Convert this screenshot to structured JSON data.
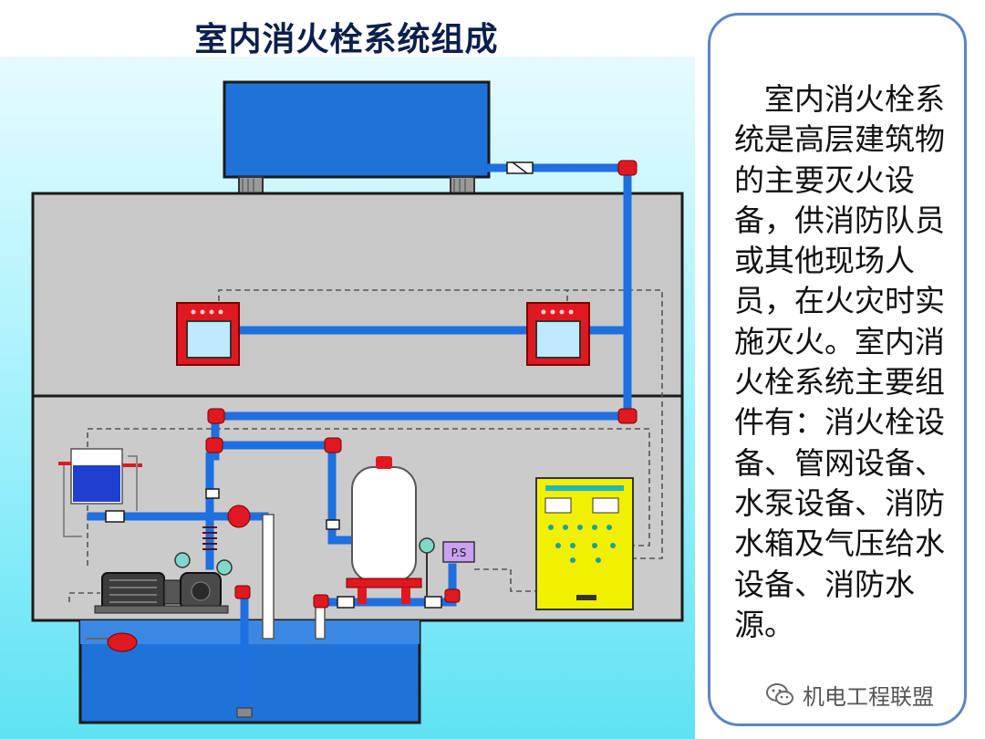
{
  "title": "室内消火栓系统组成",
  "description": "室内消火栓系统是高层建筑物的主要灭火设备，供消防队员或其他现场人员，在火灾时实施灭火。室内消火栓系统主要组件有：消火栓设备、管网设备、水泵设备、消防水箱及气压给水设备、消防水源。",
  "diagram_labels": {
    "pressure_switch": "P.S"
  },
  "watermark": "机电工程联盟",
  "colors": {
    "pipe": "#1e6fe0",
    "fitting": "#e0181f",
    "water": "#1f73d8",
    "floor": "#c8c8c8",
    "panel": "#f0f000"
  }
}
